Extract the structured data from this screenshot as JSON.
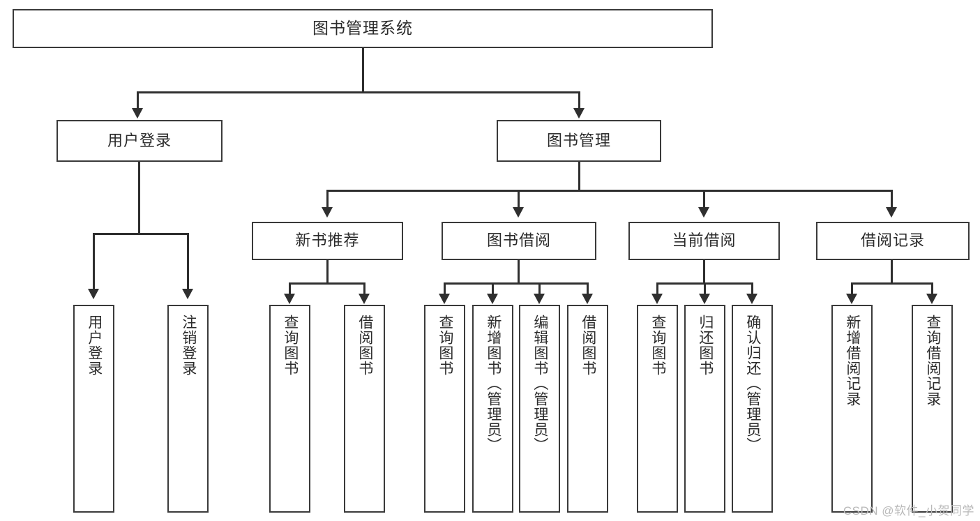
{
  "diagram": {
    "title": "图书管理系统",
    "type": "hierarchy-tree",
    "levels": 4,
    "root": {
      "label": "图书管理系统"
    },
    "level2": [
      {
        "label": "用户登录"
      },
      {
        "label": "图书管理"
      }
    ],
    "level3": [
      {
        "label": "新书推荐"
      },
      {
        "label": "图书借阅"
      },
      {
        "label": "当前借阅"
      },
      {
        "label": "借阅记录"
      }
    ],
    "leaves": {
      "user_login": [
        {
          "label": "用户登录"
        },
        {
          "label": "注销登录"
        }
      ],
      "new_book_recommend": [
        {
          "label": "查询图书"
        },
        {
          "label": "借阅图书"
        }
      ],
      "book_borrow": [
        {
          "label": "查询图书"
        },
        {
          "label": "新增图书（管理员）"
        },
        {
          "label": "编辑图书（管理员）"
        },
        {
          "label": "借阅图书"
        }
      ],
      "current_borrow": [
        {
          "label": "查询图书"
        },
        {
          "label": "归还图书"
        },
        {
          "label": "确认归还（管理员）"
        }
      ],
      "borrow_record": [
        {
          "label": "新增借阅记录"
        },
        {
          "label": "查询借阅记录"
        }
      ]
    },
    "watermark": "CSDN @软件_小贺同学",
    "colors": {
      "border": "#3a3a3a",
      "line": "#2f2f2f",
      "text": "#2b2b2b",
      "background": "#ffffff",
      "watermark": "#b9b9b9"
    }
  }
}
